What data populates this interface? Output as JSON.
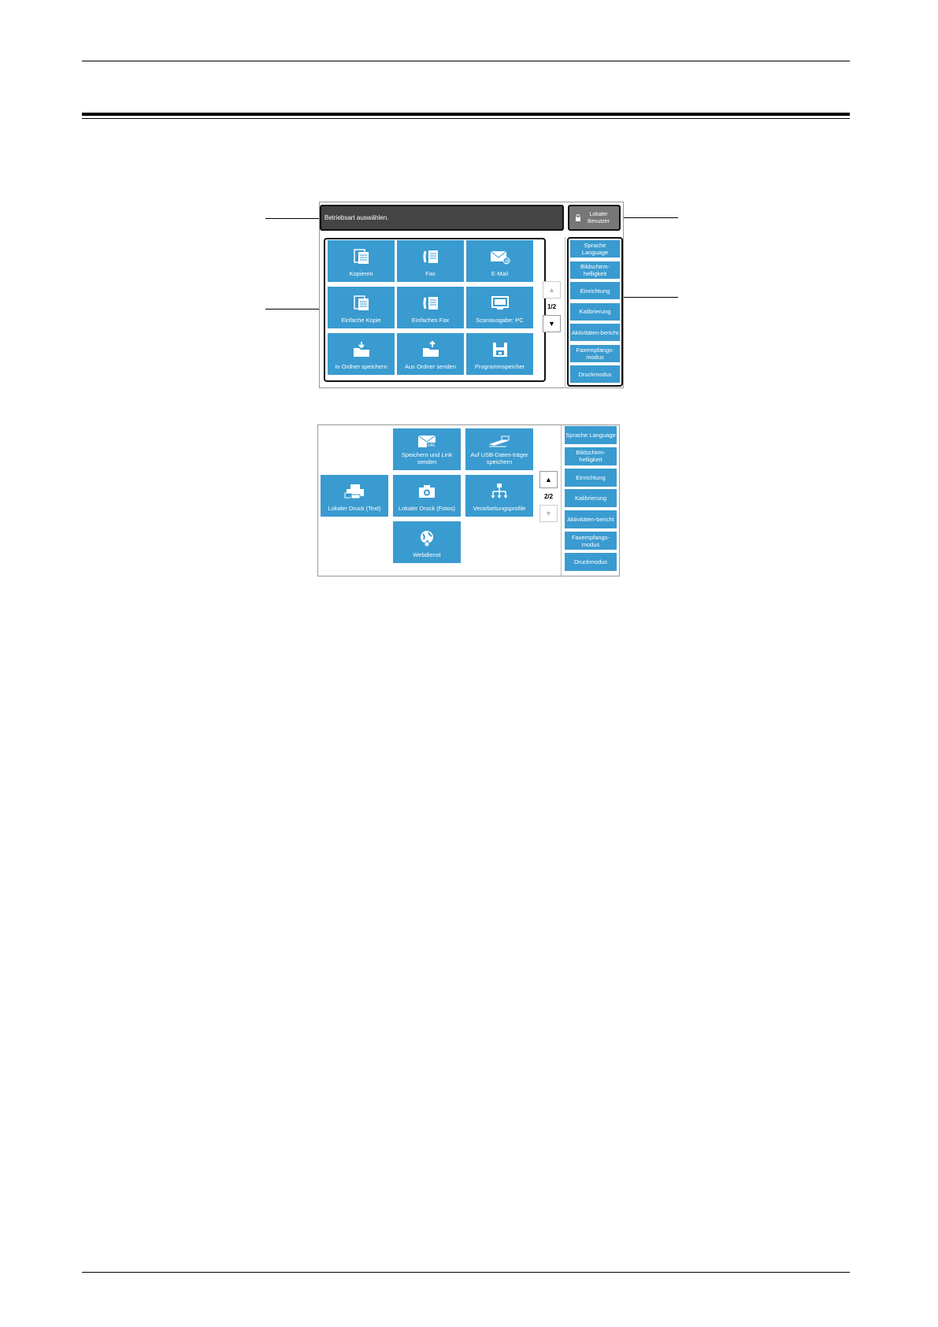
{
  "screen1": {
    "message": "Betriebsart auswählen.",
    "user_button": "Lokaler Benutzer",
    "tiles": [
      {
        "label": "Kopieren",
        "icon": "copy-icon"
      },
      {
        "label": "Fax",
        "icon": "fax-icon"
      },
      {
        "label": "E-Mail",
        "icon": "email-icon"
      },
      {
        "label": "Einfache Kopie",
        "icon": "copy-icon"
      },
      {
        "label": "Einfaches Fax",
        "icon": "fax-icon"
      },
      {
        "label": "Scanausgabe: PC",
        "icon": "monitor-icon"
      },
      {
        "label": "In Ordner speichern",
        "icon": "folder-in-icon"
      },
      {
        "label": "Aus Ordner senden",
        "icon": "folder-out-icon"
      },
      {
        "label": "Programmspeicher",
        "icon": "floppy-icon"
      }
    ],
    "page_indicator": "1/2",
    "side_buttons": [
      "Sprache Language",
      "Bildschirm-helligkeit",
      "Einrichtung",
      "Kalibrierung",
      "Aktivitäten-bericht",
      "Faxempfangs-modus",
      "Druckmodus"
    ]
  },
  "screen2": {
    "tiles": [
      {
        "label": "Speichern und Link senden",
        "icon": "url-mail-icon"
      },
      {
        "label": "Auf USB-Daten-träger speichern",
        "icon": "usb-icon"
      },
      {
        "label": "Lokaler Druck (Text)",
        "icon": "printer-icon"
      },
      {
        "label": "Lokaler Druck (Fotos)",
        "icon": "camera-icon"
      },
      {
        "label": "Verarbeitungsprofile",
        "icon": "workflow-icon"
      },
      {
        "label": "Webdienst",
        "icon": "globe-icon"
      }
    ],
    "page_indicator": "2/2",
    "side_buttons": [
      "Sprache Language",
      "Bildschirm-helligkeit",
      "Einrichtung",
      "Kalibrierung",
      "Aktivitäten-bericht",
      "Faxempfangs-modus",
      "Druckmodus"
    ]
  },
  "colors": {
    "tile": "#3a9bd0",
    "message_bar": "#444444",
    "user_button": "#777777"
  }
}
